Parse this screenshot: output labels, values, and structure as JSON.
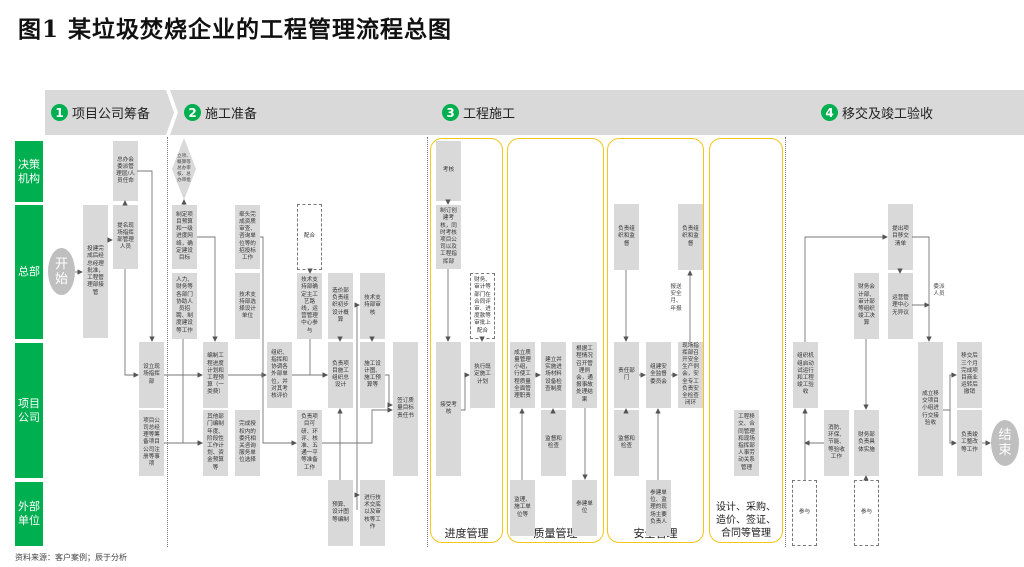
{
  "title": "图1  某垃圾焚烧企业的工程管理流程总图",
  "lanes": [
    "决策机构",
    "总部",
    "项目公司",
    "外部单位"
  ],
  "phases": [
    {
      "num": "1",
      "label": "项目公司筹备"
    },
    {
      "num": "2",
      "label": "施工准备"
    },
    {
      "num": "3",
      "label": "工程施工"
    },
    {
      "num": "4",
      "label": "移交及竣工验收"
    }
  ],
  "groups": [
    "进度管理",
    "质量管理",
    "安全管理",
    "设计、采购、造价、签证、合同等管理"
  ],
  "start": "开始",
  "end": "结束",
  "diamond": "立项、概算等总办审核、总办审批",
  "boxes": [
    "总办会委派管理层/人员任命",
    "投建完成后经总经理批准，工程管理部接管",
    "提名现场指挥部管理人员",
    "设立现场指挥部",
    "项目公司总经理等筹备项目公司注册等事项",
    "制定项目预算和一级进度网络，确定建设目标",
    "人力、财务等各部门协助人员招聘、制度建设等工作",
    "编制工程进度计划和工程预算（一类费）",
    "其他部门编制年度、阶段性工作计划、资金预算等",
    "牵头完成资质审查、咨询单位等的招投标工作",
    "技术支持部选择设计单位",
    "组织、指挥和协调各外部单位，并对其考核评价",
    "完成授权内的委托相关咨询服务单位选择",
    "配合",
    "技术支持部确定主工艺路线，运营管理中心参与",
    "造价部负责组织初步设计概算",
    "技术支持部审核",
    "负责项目施工组织总设计",
    "施工设计图、施工预算等",
    "签订质量目标责任书",
    "负责项目可研、环评、核准、五通一平等准备工作",
    "预算、设计图等编制",
    "进行技术交底以及审核等工作",
    "考核",
    "制订创建考核，同时考核项目公司以及工程指挥部",
    "财务、审计等部门在合同评审、进度款等审批上配合",
    "接受考核",
    "执行既定施工计划",
    "成立质量管理小组，行使工程质量全面管理职责",
    "建立并实施进场材料设备检查制度",
    "根据工程情况召开管理例会，通报事故处理结果",
    "监督和检查",
    "监理、施工单位等",
    "参建单位",
    "负责组织和监督",
    "负责组织和监督",
    "责任部门",
    "组建安全监督委员会",
    "现场指挥部召开安全生产例会，安全专工负责安全检查闭环",
    "监督和检查",
    "参建单位、监理的现场主要负责人",
    "工程移交、合同管理和现场指挥部人事劳动关系管理",
    "提出项目移交清单",
    "财务会计部、审计部等组织竣工决算",
    "运营管理中心无异议",
    "组织机组启动试运行和工程竣工验收",
    "成立移交项目小组进行交接验收",
    "移交后三个月完成项目商业运转后撤销",
    "负责竣工整改等工作",
    "消防、环保、节能、等验收工作",
    "财务部负责具体实施",
    "参与",
    "参与"
  ],
  "notes": [
    "报送安全月、年报",
    "委派人员"
  ],
  "source": "资料来源：客户案例；辰于分析"
}
